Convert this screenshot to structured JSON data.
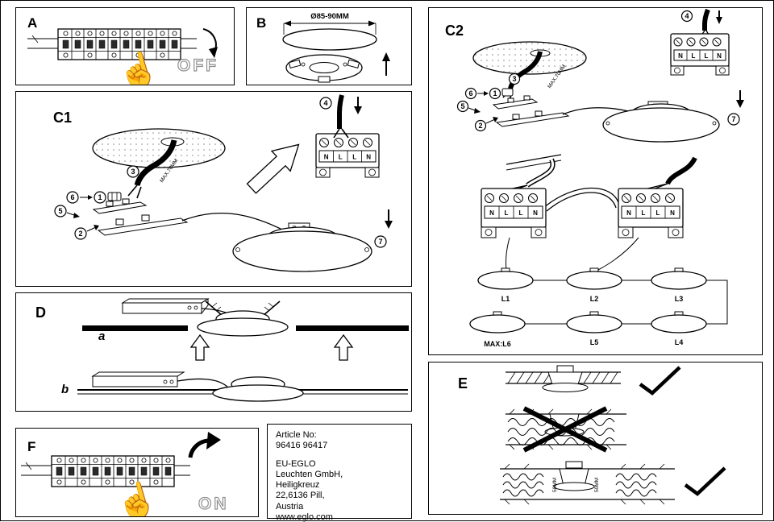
{
  "icons": {
    "pointing_hand": "☝"
  },
  "colors": {
    "ink": "#000000",
    "paper": "#ffffff",
    "outline_word": "#8f8f8f"
  },
  "panel_a": {
    "label": "A",
    "switch_state": "OFF"
  },
  "panel_b": {
    "label": "B",
    "hole_dimension": "Ø85-90MM"
  },
  "panel_c1": {
    "label": "C1",
    "cable_length_note": "MAX.70MM",
    "terminal_block": {
      "terminals": [
        "N",
        "L",
        "L",
        "N"
      ]
    },
    "steps": {
      "s1": "1",
      "s2": "2",
      "s3": "3",
      "s4": "4",
      "s5": "5",
      "s6": "6",
      "s7": "7"
    }
  },
  "panel_c2": {
    "label": "C2",
    "cable_length_note": "MAX.70MM",
    "terminal_block_top": {
      "terminals": [
        "N",
        "L",
        "L",
        "N"
      ]
    },
    "terminal_block_left": {
      "terminals": [
        "N",
        "L",
        "L",
        "N"
      ]
    },
    "terminal_block_right": {
      "terminals": [
        "N",
        "L",
        "L",
        "N"
      ]
    },
    "steps": {
      "s1": "1",
      "s2": "2",
      "s3": "3",
      "s4": "4",
      "s5": "5",
      "s6": "6",
      "s7": "7"
    },
    "lamps": {
      "lamp1": "L1",
      "lamp2": "L2",
      "lamp3": "L3",
      "lamp4": "L4",
      "lamp5": "L5"
    },
    "max_lamps_note": "MAX:L6"
  },
  "panel_d": {
    "label": "D",
    "step_a": "a",
    "step_b": "b"
  },
  "panel_e": {
    "label": "E",
    "clearance_left": "50MM",
    "clearance_right": "50MM"
  },
  "panel_f": {
    "label": "F",
    "switch_state": "ON"
  },
  "info_box": {
    "article_label": "Article No:",
    "article_numbers": "96416 96417",
    "company_name": "EU-EGLO",
    "company_line2": "Leuchten GmbH,",
    "company_line3": "Heiligkreuz",
    "company_line4": "22,6136 Pill,",
    "company_line5": "Austria",
    "website": "www.eglo.com"
  }
}
